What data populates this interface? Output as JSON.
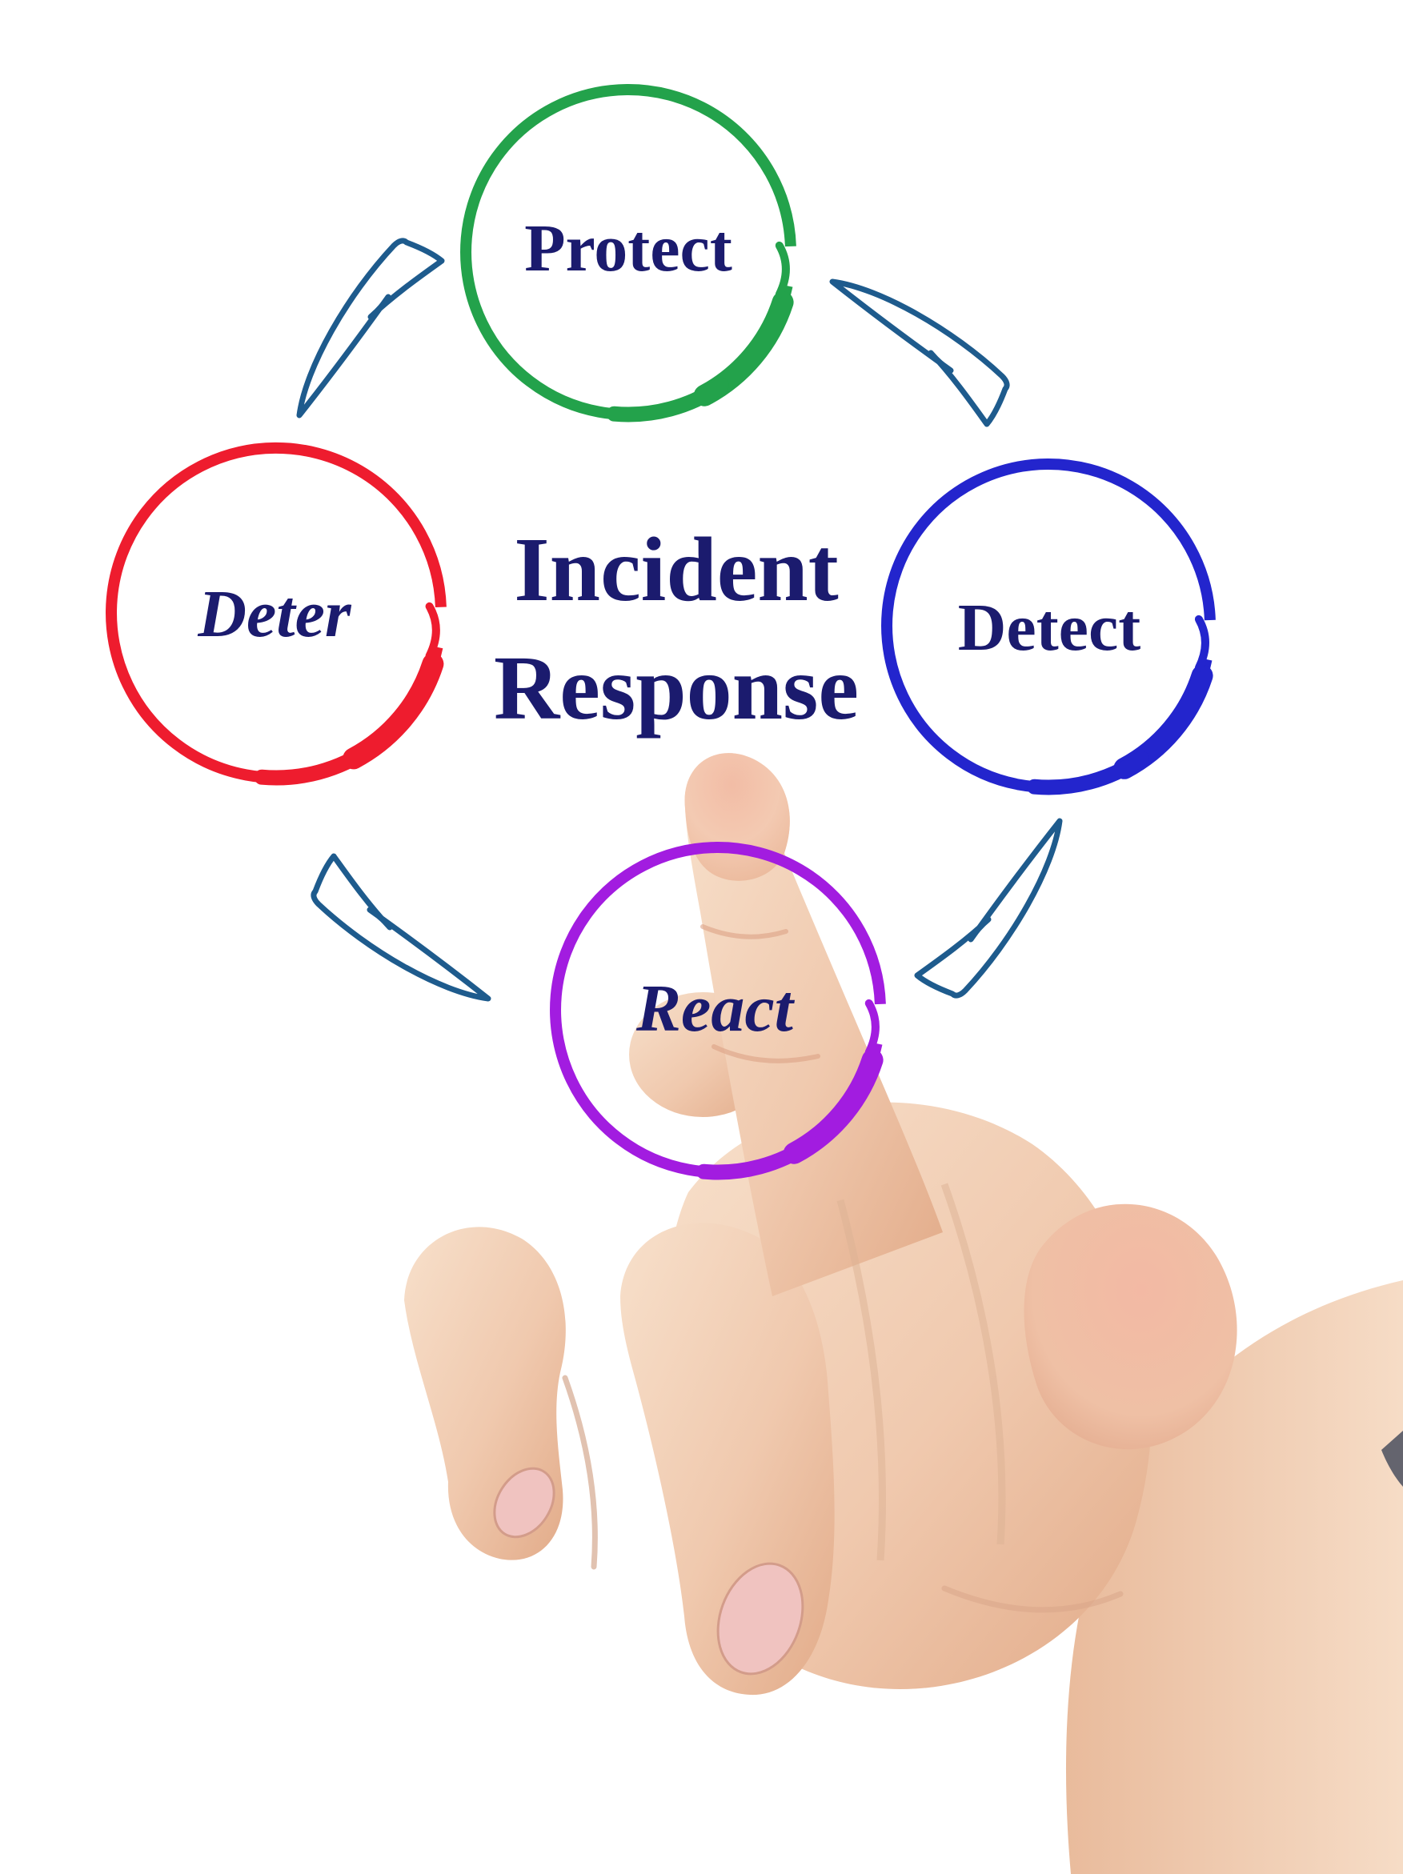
{
  "diagram": {
    "title_line1": "Incident",
    "title_line2": "Response",
    "text_color": "#1b1b6e",
    "arrow_color": "#1e5b8d",
    "nodes": [
      {
        "id": "protect",
        "label": "Protect",
        "color": "#23a24b",
        "position": "top"
      },
      {
        "id": "detect",
        "label": "Detect",
        "color": "#2325cd",
        "position": "right"
      },
      {
        "id": "deter",
        "label": "Deter",
        "color": "#ee1c2e",
        "position": "left"
      },
      {
        "id": "react",
        "label": "React",
        "color": "#a21ce0",
        "position": "bottom"
      }
    ],
    "hand": {
      "description": "right hand with index finger pointing at the diagram",
      "skin_base": "#f2cdb5",
      "skin_shadow": "#dfa888",
      "nail_color": "#f0c3c0"
    }
  }
}
